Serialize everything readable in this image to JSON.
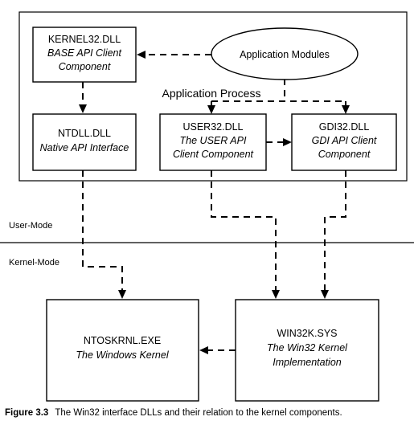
{
  "process_label": "Application Process",
  "modules": "Application Modules",
  "kernel32": {
    "name": "KERNEL32.DLL",
    "line1": "BASE API Client",
    "line2": "Component"
  },
  "ntdll": {
    "name": "NTDLL.DLL",
    "line1": "Native API Interface"
  },
  "user32": {
    "name": "USER32.DLL",
    "line1": "The USER API",
    "line2": "Client Component"
  },
  "gdi32": {
    "name": "GDI32.DLL",
    "line1": "GDI API Client",
    "line2": "Component"
  },
  "user_mode": "User-Mode",
  "kernel_mode": "Kernel-Mode",
  "ntoskrnl": {
    "name": "NTOSKRNL.EXE",
    "line1": "The Windows Kernel"
  },
  "win32k": {
    "name": "WIN32K.SYS",
    "line1": "The Win32 Kernel",
    "line2": "Implementation"
  },
  "caption": {
    "label": "Figure 3.3",
    "text": "The Win32 interface DLLs and their relation to the kernel components."
  }
}
